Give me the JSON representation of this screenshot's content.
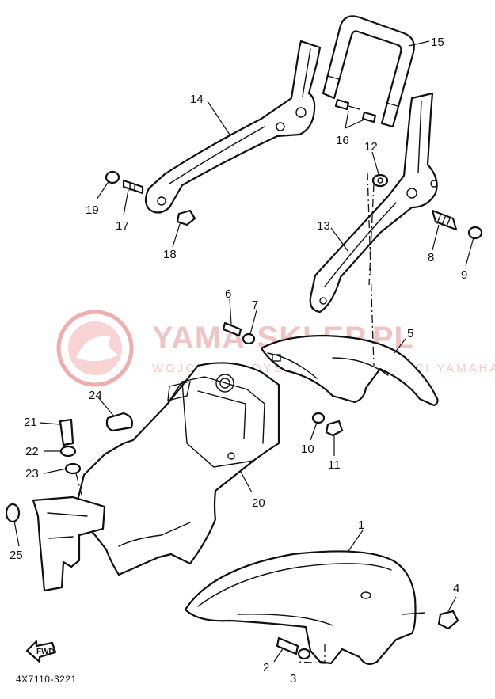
{
  "watermark": {
    "brand": "YAMA-SKLEP.PL",
    "tagline": "WOJCIECH · DYSTRYBUTOR CZĘŚCI YAMAHA",
    "color": "#e36b6b"
  },
  "diagram_code": "4X7110-3221",
  "fwd_label": "FWD",
  "callouts": [
    "1",
    "2",
    "3",
    "4",
    "5",
    "6",
    "7",
    "8",
    "9",
    "10",
    "11",
    "12",
    "13",
    "14",
    "15",
    "16",
    "17",
    "18",
    "19",
    "20",
    "21",
    "22",
    "23",
    "24",
    "25"
  ]
}
